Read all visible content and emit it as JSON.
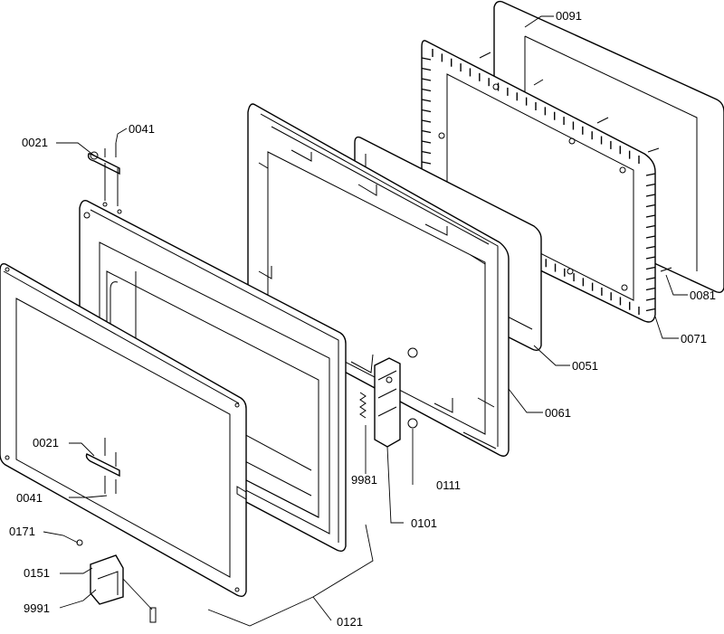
{
  "labels": {
    "p0091": "0091",
    "p0021_top": "0021",
    "p0041_top": "0041",
    "p0081": "0081",
    "p0071": "0071",
    "p0051": "0051",
    "p0061": "0061",
    "p0021_bottom": "0021",
    "p0041_bottom": "0041",
    "p9981": "9981",
    "p0111": "0111",
    "p0101": "0101",
    "p0171": "0171",
    "p0151": "0151",
    "p9991": "9991",
    "p0121": "0121"
  }
}
